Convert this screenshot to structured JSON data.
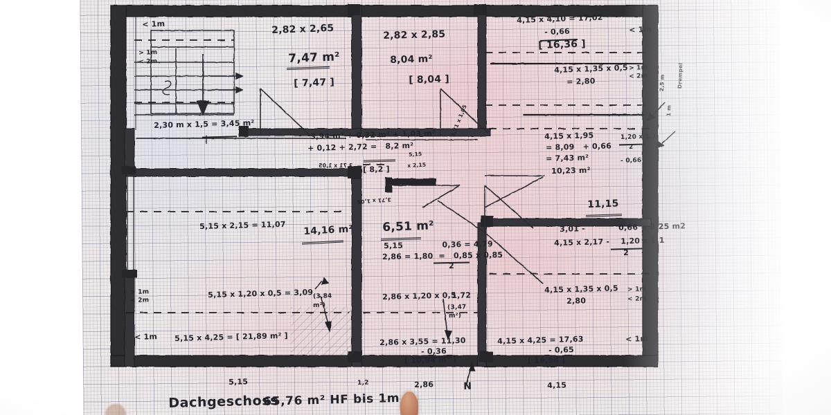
{
  "document": {
    "kind": "hand-drawn-floor-plan-photo",
    "medium": "pencil on graph paper",
    "title_label": "Dachgeschoss",
    "title_area": "65,76 m² HF bis 1m"
  },
  "rooms": {
    "stair": {
      "ceiling_note": "< 1m",
      "height_note_a": "> 1m",
      "height_note_b": "< 2m",
      "under_stair_calc": "2,30 m x 1,5 = 3,45 m²"
    },
    "room_top_left": {
      "dims": "2,82 x 2,65",
      "area": "7,47 m²",
      "bracket": "[ 7,47 ]"
    },
    "room_top_mid": {
      "dims": "2,82 x 2,85",
      "area": "8,04 m²",
      "bracket": "[ 8,04 ]"
    },
    "room_top_right": {
      "calc_line1": "4,15 x 4,10 = 17,02",
      "calc_line2": "- 0,66",
      "bracket": "[ 16,36 ]",
      "ceiling_note": "< 1m",
      "height_note_a": "> 1m",
      "height_note_b": "< 2m",
      "slope_calc_1": "4,15 x 1,35 x 0,5",
      "slope_calc_2": "= 2,80"
    },
    "hall_center": {
      "calc_line1": "3,94 m² + 0,32 m² + 1,03 m²",
      "calc_line2": "+ 0,12 + 2,72 =   8,2 m²",
      "bracket": "[ 8,2 ]",
      "side_note": "3,71 x 1,05",
      "stair_note_1": "5,15",
      "stair_note_2": "x 2,15"
    },
    "room_mid_right": {
      "calc_line1": "4,15 x 1,95",
      "calc_line2": "= 8,09   + 0,66",
      "calc_line3": "= 7,43 m²",
      "calc_line4": "10,23 m²",
      "frac_top": "1,20 x 1,1",
      "frac_bottom": "2",
      "frac_minus": "- 0,66"
    },
    "room_mid_left": {
      "calc": "5,15 x 2,15 = 11,07",
      "area": "14,16 m²"
    },
    "room_center": {
      "area": "6,51 m²",
      "calc_line1": "5,15              0,36 = 4,79",
      "calc_line2": "2,86 = 1,80  =   0,85 x 0,85",
      "calc_line3": "2"
    },
    "room_right_label": {
      "value": "11,15"
    },
    "room_bottom_right_upper": {
      "calc_line1": "3,01 -            0,66 = 8,25 m2",
      "calc_line2": "4,15 x 2,17 -    1,20 x 1,1",
      "calc_line3": "2"
    },
    "room_bottom_left": {
      "height_note_a": "> 1m",
      "height_note_b": "< 2m",
      "slope_calc": "5,15 x 1,20 x 0,5 = 3,09",
      "slope_tag_1": "(3,84",
      "slope_tag_2": "m²)",
      "ceiling_note": "< 1m",
      "area_calc": "5,15 x 4,25 = [ 21,89 m² ]"
    },
    "room_bottom_mid": {
      "slope_calc": "2,86 x 1,20 x 0,5",
      "slope_result": "1,72",
      "slope_tag_1": "(3,47",
      "slope_tag_2": "m²)",
      "calc_line1": "2,86 x 3,55 = 11,30",
      "calc_line2": "- 0,36",
      "bracket": "[ 10,94 m² ]"
    },
    "room_bottom_right": {
      "slope_calc": "4,15 x 1,35 x 0,5",
      "slope_result": "2,80",
      "height_note_a": "> 1m",
      "height_note_b": "< 2m",
      "ceiling_note": "< 1m",
      "calc_line1": "4,15 x 4,25 = 17,63",
      "calc_line2": "- 0,65",
      "bracket": "[ 16,98 ]"
    }
  },
  "dimensions_bottom": {
    "a": "5,15",
    "b": "1,2",
    "c": "2,86",
    "d": "4,15",
    "north_marker": "N"
  },
  "margin_notes": {
    "right_wall_1": "Drempel",
    "right_wall_2": "1 m",
    "right_wall_3": "2,5 m"
  },
  "colors": {
    "paper": "#efe9e9",
    "pink_wash": "#eca8b2",
    "blue_wash": "#ced8ec",
    "grid_major": "#606880",
    "grid_minor": "#6e7891",
    "pencil": "#23232b",
    "wall": "#2a2a2e",
    "background": "#ffffff"
  }
}
